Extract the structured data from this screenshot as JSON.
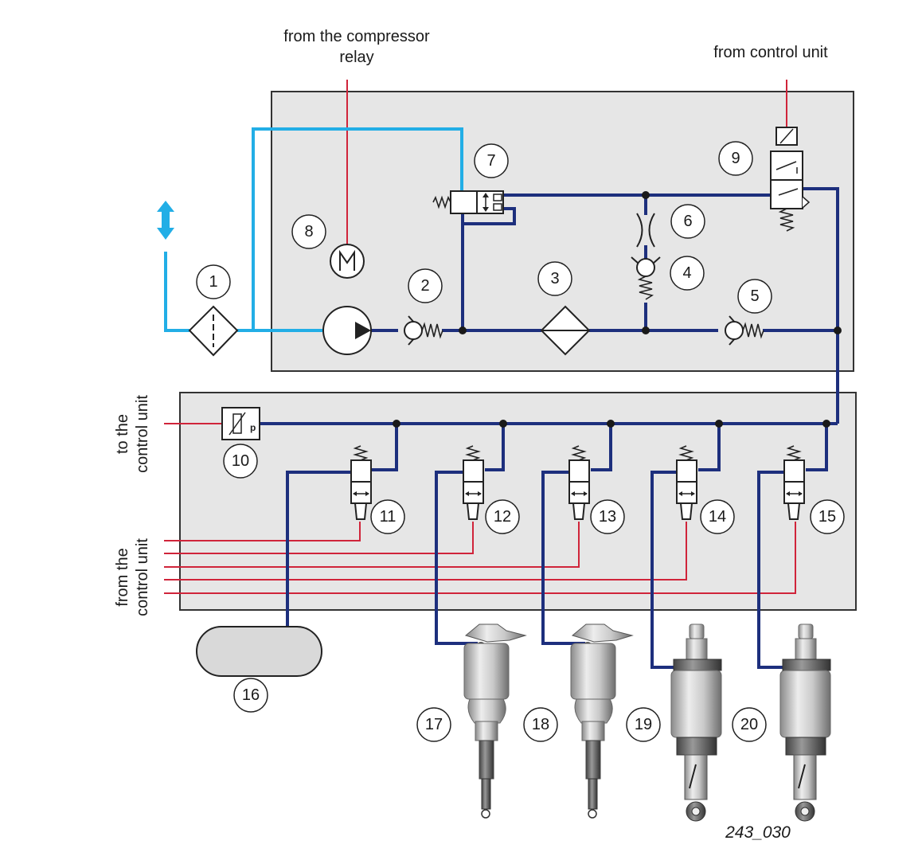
{
  "labels": {
    "compressor_relay_line1": "from the compressor",
    "compressor_relay_line2": "relay",
    "from_control_unit_top": "from control unit",
    "to_control_unit_line1": "to the",
    "to_control_unit_line2": "control unit",
    "from_control_unit_left_line1": "from the",
    "from_control_unit_left_line2": "control unit"
  },
  "callouts": [
    "1",
    "2",
    "3",
    "4",
    "5",
    "6",
    "7",
    "8",
    "9",
    "10",
    "11",
    "12",
    "13",
    "14",
    "15",
    "16",
    "17",
    "18",
    "19",
    "20"
  ],
  "figure_id": "243_030",
  "colors": {
    "pressure_line": "#1d2f7d",
    "intake_line": "#22aee6",
    "electrical_line": "#d0243a",
    "panel_fill": "#e6e6e6"
  }
}
